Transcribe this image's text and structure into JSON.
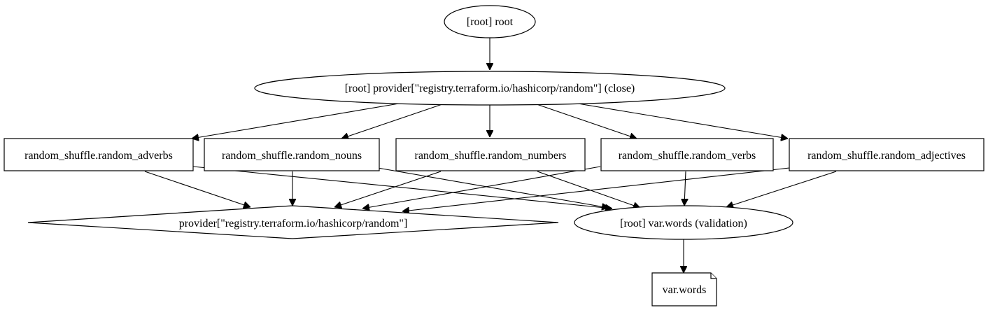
{
  "nodes": {
    "root": {
      "label": "[root] root",
      "shape": "ellipse"
    },
    "provider_close": {
      "label": "[root] provider[\"registry.terraform.io/hashicorp/random\"] (close)",
      "shape": "ellipse"
    },
    "adverbs": {
      "label": "random_shuffle.random_adverbs",
      "shape": "box"
    },
    "nouns": {
      "label": "random_shuffle.random_nouns",
      "shape": "box"
    },
    "numbers": {
      "label": "random_shuffle.random_numbers",
      "shape": "box"
    },
    "verbs": {
      "label": "random_shuffle.random_verbs",
      "shape": "box"
    },
    "adjectives": {
      "label": "random_shuffle.random_adjectives",
      "shape": "box"
    },
    "provider": {
      "label": "provider[\"registry.terraform.io/hashicorp/random\"]",
      "shape": "diamond"
    },
    "validation": {
      "label": "[root] var.words (validation)",
      "shape": "ellipse"
    },
    "var_words": {
      "label": "var.words",
      "shape": "note"
    }
  },
  "edges": [
    {
      "from": "root",
      "to": "provider_close"
    },
    {
      "from": "provider_close",
      "to": "adverbs"
    },
    {
      "from": "provider_close",
      "to": "nouns"
    },
    {
      "from": "provider_close",
      "to": "numbers"
    },
    {
      "from": "provider_close",
      "to": "verbs"
    },
    {
      "from": "provider_close",
      "to": "adjectives"
    },
    {
      "from": "adverbs",
      "to": "provider"
    },
    {
      "from": "adverbs",
      "to": "validation"
    },
    {
      "from": "nouns",
      "to": "provider"
    },
    {
      "from": "nouns",
      "to": "validation"
    },
    {
      "from": "numbers",
      "to": "provider"
    },
    {
      "from": "numbers",
      "to": "validation"
    },
    {
      "from": "verbs",
      "to": "provider"
    },
    {
      "from": "verbs",
      "to": "validation"
    },
    {
      "from": "adjectives",
      "to": "provider"
    },
    {
      "from": "adjectives",
      "to": "validation"
    },
    {
      "from": "validation",
      "to": "var_words"
    }
  ]
}
